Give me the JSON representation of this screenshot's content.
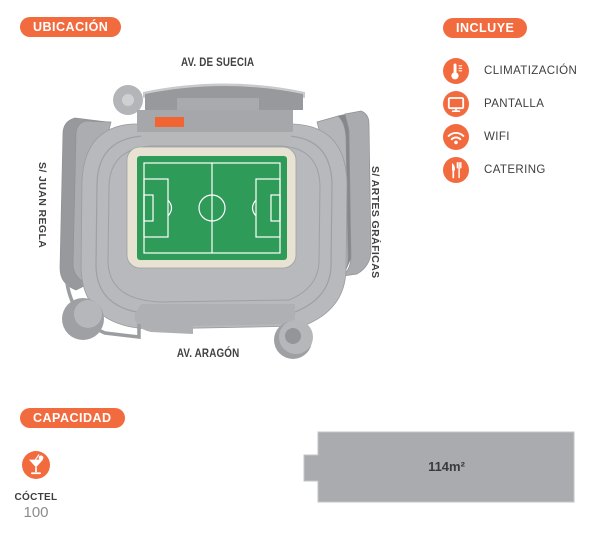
{
  "colors": {
    "accent_orange": "#F26B3E",
    "zone_highlight": "#F26431",
    "pitch_green": "#2F9B58",
    "pitch_frame_cream": "#E8E2D2",
    "text_dark": "#3E3E40",
    "muted_gray": "#8A8C8E"
  },
  "location": {
    "badge": "UBICACIÓN",
    "streets": {
      "top": "AV. DE SUECIA",
      "left": "S/ JUAN REGLA",
      "right": "S/ ARTES GRÁFICAS",
      "bottom": "AV. ARAGÓN"
    }
  },
  "includes": {
    "badge": "INCLUYE",
    "items": [
      {
        "icon": "thermometer-icon",
        "label": "CLIMATIZACIÓN"
      },
      {
        "icon": "screen-icon",
        "label": "PANTALLA"
      },
      {
        "icon": "wifi-icon",
        "label": "WIFI"
      },
      {
        "icon": "cutlery-icon",
        "label": "CATERING"
      }
    ]
  },
  "capacity": {
    "badge": "CAPACIDAD",
    "items": [
      {
        "icon": "cocktail-icon",
        "label": "CÓCTEL",
        "value": "100"
      }
    ]
  },
  "room": {
    "area_label": "114m²"
  }
}
